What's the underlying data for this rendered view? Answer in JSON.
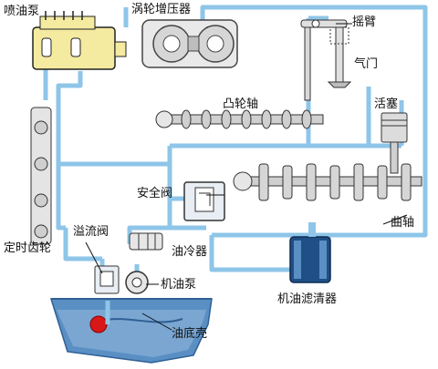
{
  "colors": {
    "oil_line": "#8ec5e8",
    "sump_fill": "#5a8fc4",
    "sump_dark": "#2f5f95",
    "sump_oil": "#b8d2ea",
    "oil_ball": "#d81818",
    "pump_body": "#f4eaa0"
  },
  "labels": {
    "injection_pump": "喷油泵",
    "turbocharger": "涡轮增压器",
    "rocker_arm": "摇臂",
    "valve": "气门",
    "camshaft": "凸轮轴",
    "piston": "活塞",
    "safety_valve": "安全阀",
    "crankshaft": "曲轴",
    "overflow_valve": "溢流阀",
    "timing_gear": "定时齿轮",
    "oil_cooler": "油冷器",
    "oil_pump": "机油泵",
    "oil_filter": "机油滤清器",
    "oil_pan": "油底壳"
  }
}
